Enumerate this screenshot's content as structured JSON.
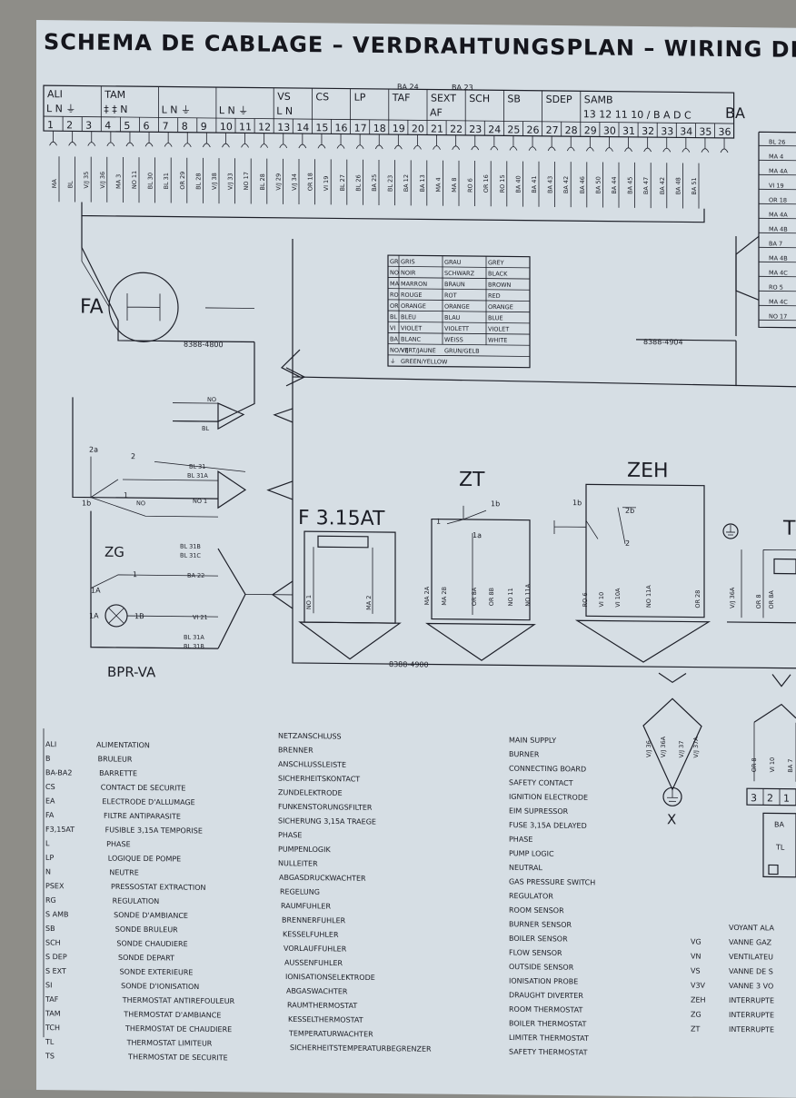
{
  "title": "SCHEMA DE CABLAGE – VERDRAHTUNGSPLAN – WIRING DIAG",
  "terminal_groups": [
    {
      "name": "ALI",
      "sub": "L  N  ⏚"
    },
    {
      "name": "TAM",
      "sub": "‡  ‡  N"
    },
    {
      "name": "",
      "sub": "L  N  ⏚"
    },
    {
      "name": "",
      "sub": "L  N  ⏚"
    },
    {
      "name": "VS",
      "sub": "L  N"
    },
    {
      "name": "CS",
      "sub": ""
    },
    {
      "name": "LP",
      "sub": ""
    },
    {
      "name": "TAF",
      "sub": ""
    },
    {
      "name": "SEXT",
      "sub": "AF"
    },
    {
      "name": "SCH",
      "sub": ""
    },
    {
      "name": "SB",
      "sub": ""
    },
    {
      "name": "SDEP",
      "sub": ""
    },
    {
      "name": "SAMB",
      "sub": "13 12 11 10 / B A D C"
    }
  ],
  "terminal_numbers": [
    "1",
    "2",
    "3",
    "4",
    "5",
    "6",
    "7",
    "8",
    "9",
    "10",
    "11",
    "12",
    "13",
    "14",
    "15",
    "16",
    "17",
    "18",
    "19",
    "20",
    "21",
    "22",
    "23",
    "24",
    "25",
    "26",
    "27",
    "28",
    "29",
    "30",
    "31",
    "32",
    "33",
    "34",
    "35",
    "36"
  ],
  "ba_top_labels": [
    "BA 24",
    "BA 23"
  ],
  "ba_label": "BA",
  "right_wire_labels": [
    "BL 26",
    "MA 4",
    "MA 4A",
    "VI 19",
    "OR 18",
    "MA 4A",
    "MA 4B",
    "BA 7",
    "MA 4B",
    "MA 4C",
    "RO 5",
    "MA 4C",
    "NO 17"
  ],
  "wire_labels_under_terminals": [
    "MA",
    "BL",
    "V/J 35",
    "V/J 36",
    "MA 3",
    "NO 11",
    "BL 30",
    "BL 31",
    "OR 29",
    "BL 28",
    "V/J 38",
    "V/J 33",
    "NO 17",
    "BL 28",
    "V/J 29",
    "V/J 34",
    "OR 18",
    "VI 19",
    "BL 27",
    "BL 26",
    "BA 25",
    "BL 23",
    "BA 12",
    "BA 13",
    "MA 4",
    "MA 8",
    "RO 6",
    "OR 16",
    "RO 15",
    "BA 40",
    "BA 41",
    "BA 43",
    "BA 42",
    "BA 46",
    "BA 50",
    "BA 44",
    "BA 45",
    "BA 47",
    "BA 42",
    "BA 48",
    "BA 51"
  ],
  "color_table": [
    [
      "GR",
      "GRIS",
      "GRAU",
      "GREY"
    ],
    [
      "NO",
      "NOIR",
      "SCHWARZ",
      "BLACK"
    ],
    [
      "MA",
      "MARRON",
      "BRAUN",
      "BROWN"
    ],
    [
      "RO",
      "ROUGE",
      "ROT",
      "RED"
    ],
    [
      "OR",
      "ORANGE",
      "ORANGE",
      "ORANGE"
    ],
    [
      "BL",
      "BLEU",
      "BLAU",
      "BLUE"
    ],
    [
      "VI",
      "VIOLET",
      "VIOLETT",
      "VIOLET"
    ],
    [
      "BA",
      "BLANC",
      "WEISS",
      "WHITE"
    ],
    [
      "NO/V/J",
      "VERT/JAUNE",
      "GRUN/GELB",
      ""
    ],
    [
      "⏚",
      "GREEN/YELLOW",
      "",
      ""
    ]
  ],
  "codes": {
    "c1": "8388-4800",
    "c2": "8388-4904",
    "c3": "8388-4900"
  },
  "components": {
    "fa": "FA",
    "zg": "ZG",
    "bpr": "BPR-VA",
    "fuse": "F 3.15AT",
    "zt": "ZT",
    "zeh": "ZEH",
    "t": "T",
    "x": "X",
    "tl": "TL"
  },
  "component_wire_labels": {
    "fa_no": "NO",
    "fa_bl": "BL",
    "zg": [
      "BL 31",
      "BL 31A",
      "NO 1",
      "2a",
      "2",
      "1b",
      "1",
      "NO"
    ],
    "bpr": [
      "BL 31B",
      "BL 31C",
      "BA 22",
      "1A",
      "1",
      "1A",
      "1B",
      "VI 21",
      "BL 31A",
      "BL 31B"
    ],
    "fuse": [
      "NO 1",
      "MA 2"
    ],
    "zt": [
      "1",
      "1b",
      "1a",
      "MA 2A",
      "MA 2B",
      "OR 8A",
      "OR 8B",
      "NO 11",
      "NO 11A"
    ],
    "zeh": [
      "1b",
      "2b",
      "2",
      "RO 6",
      "VI 10",
      "VI 10A",
      "NO 11A",
      "OR 28"
    ],
    "t": [
      "V/J 36A",
      "OR 8",
      "OR 8A"
    ],
    "x": [
      "V/J 36",
      "V/J 36A",
      "V/J 37",
      "V/J 37A"
    ],
    "bottom_right": [
      "OR 8",
      "VI 10",
      "BA 7",
      "3",
      "2",
      "1",
      "BA"
    ]
  },
  "legend": [
    [
      "ALI",
      "ALIMENTATION",
      "NETZANSCHLUSS",
      "MAIN SUPPLY"
    ],
    [
      "B",
      "BRULEUR",
      "BRENNER",
      "BURNER"
    ],
    [
      "BA-BA2",
      "BARRETTE",
      "ANSCHLUSSLEISTE",
      "CONNECTING BOARD"
    ],
    [
      "CS",
      "CONTACT DE SECURITE",
      "SICHERHEITSKONTACT",
      "SAFETY CONTACT"
    ],
    [
      "EA",
      "ELECTRODE D'ALLUMAGE",
      "ZUNDELEKTRODE",
      "IGNITION ELECTRODE"
    ],
    [
      "FA",
      "FILTRE ANTIPARASITE",
      "FUNKENSTORUNGSFILTER",
      "EIM SUPRESSOR"
    ],
    [
      "F3,15AT",
      "FUSIBLE 3,15A TEMPORISE",
      "SICHERUNG 3,15A TRAEGE",
      "FUSE 3,15A DELAYED"
    ],
    [
      "L",
      "PHASE",
      "PHASE",
      "PHASE"
    ],
    [
      "LP",
      "LOGIQUE DE POMPE",
      "PUMPENLOGIK",
      "PUMP LOGIC"
    ],
    [
      "N",
      "NEUTRE",
      "NULLEITER",
      "NEUTRAL"
    ],
    [
      "PSEX",
      "PRESSOSTAT EXTRACTION",
      "ABGASDRUCKWACHTER",
      "GAS PRESSURE SWITCH"
    ],
    [
      "RG",
      "REGULATION",
      "REGELUNG",
      "REGULATOR"
    ],
    [
      "S AMB",
      "SONDE D'AMBIANCE",
      "RAUMFUHLER",
      "ROOM SENSOR"
    ],
    [
      "SB",
      "SONDE BRULEUR",
      "BRENNERFUHLER",
      "BURNER SENSOR"
    ],
    [
      "SCH",
      "SONDE CHAUDIERE",
      "KESSELFUHLER",
      "BOILER SENSOR"
    ],
    [
      "S DEP",
      "SONDE DEPART",
      "VORLAUFFUHLER",
      "FLOW SENSOR"
    ],
    [
      "S EXT",
      "SONDE EXTERIEURE",
      "AUSSENFUHLER",
      "OUTSIDE SENSOR"
    ],
    [
      "SI",
      "SONDE D'IONISATION",
      "IONISATIONSELEKTRODE",
      "IONISATION PROBE"
    ],
    [
      "TAF",
      "THERMOSTAT ANTIREFOULEUR",
      "ABGASWACHTER",
      "DRAUGHT DIVERTER"
    ],
    [
      "TAM",
      "THERMOSTAT D'AMBIANCE",
      "RAUMTHERMOSTAT",
      "ROOM THERMOSTAT"
    ],
    [
      "TCH",
      "THERMOSTAT DE CHAUDIERE",
      "KESSELTHERMOSTAT",
      "BOILER THERMOSTAT"
    ],
    [
      "TL",
      "THERMOSTAT LIMITEUR",
      "TEMPERATURWACHTER",
      "LIMITER THERMOSTAT"
    ],
    [
      "TS",
      "THERMOSTAT DE SECURITE",
      "SICHERHEITSTEMPERATURBEGRENZER",
      "SAFETY THERMOSTAT"
    ]
  ],
  "legend_right": [
    [
      "",
      "VOYANT ALA"
    ],
    [
      "VG",
      "VANNE GAZ"
    ],
    [
      "VN",
      "VENTILATEU"
    ],
    [
      "VS",
      "VANNE DE S"
    ],
    [
      "V3V",
      "VANNE 3 VO"
    ],
    [
      "ZEH",
      "INTERRUPTE"
    ],
    [
      "ZG",
      "INTERRUPTE"
    ],
    [
      "ZT",
      "INTERRUPTE"
    ]
  ]
}
